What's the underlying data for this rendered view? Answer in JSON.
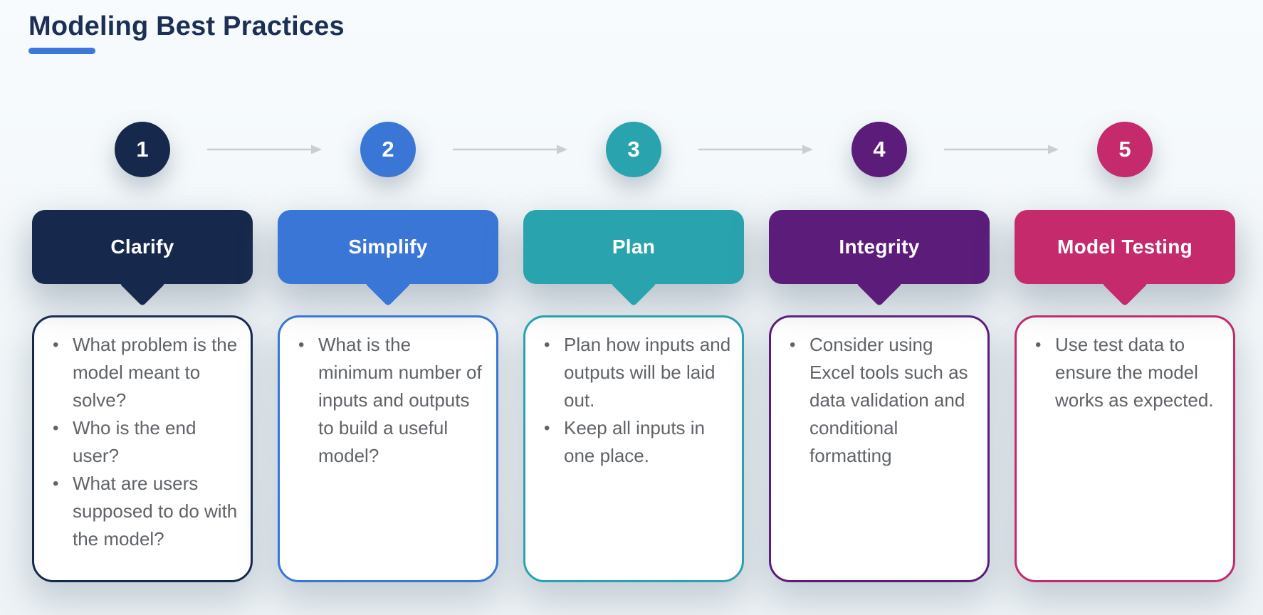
{
  "page": {
    "title": "Modeling Best Practices",
    "background_top": "#f7fbfd",
    "background_bottom": "#eef3f6",
    "title_color": "#1c2f55",
    "title_underline_color": "#3c78d9",
    "body_text_color": "#5f6368",
    "arrow_color": "#c9ced4",
    "card_background": "#ffffff"
  },
  "steps": [
    {
      "number": "1",
      "label": "Clarify",
      "accent_color": "#16294c",
      "bullets": [
        "What problem is the model meant to solve?",
        "Who is the end user?",
        "What are users supposed to do with the model?"
      ]
    },
    {
      "number": "2",
      "label": "Simplify",
      "accent_color": "#3a76d6",
      "bullets": [
        "What is the minimum number of inputs and outputs to build a useful model?"
      ]
    },
    {
      "number": "3",
      "label": "Plan",
      "accent_color": "#29a3ae",
      "bullets": [
        "Plan how inputs and outputs will be laid out.",
        "Keep all inputs in one place."
      ]
    },
    {
      "number": "4",
      "label": "Integrity",
      "accent_color": "#5b1c7a",
      "bullets": [
        "Consider using Excel tools such as data validation and conditional formatting"
      ]
    },
    {
      "number": "5",
      "label": "Model Testing",
      "accent_color": "#c42a6c",
      "bullets": [
        "Use test data to ensure the model works as expected."
      ]
    }
  ]
}
